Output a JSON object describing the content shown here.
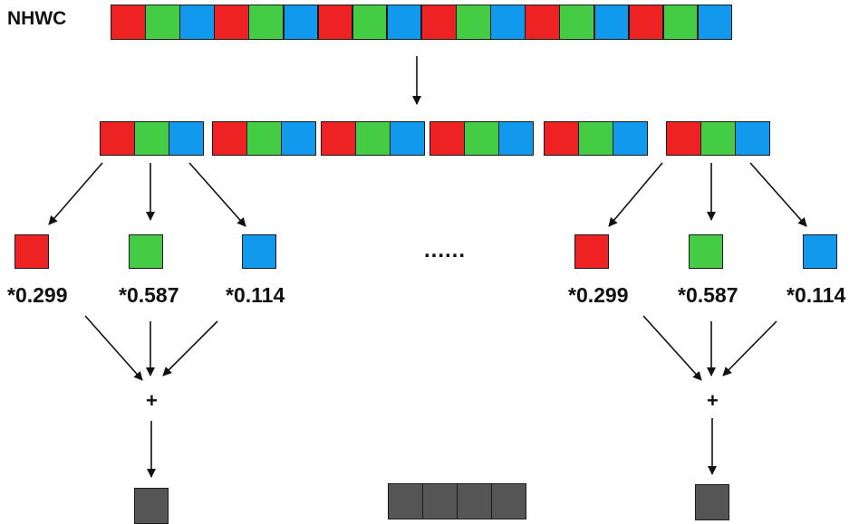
{
  "title": "NHWC",
  "colors": {
    "red": "#ee2222",
    "green": "#44cc44",
    "blue": "#1199ee",
    "gray": "#555555"
  },
  "pixel_pattern": [
    "red",
    "green",
    "blue"
  ],
  "pixels_in_row": 6,
  "weights": {
    "red": "*0.299",
    "green": "*0.587",
    "blue": "*0.114"
  },
  "operator": "+",
  "ellipsis": "......",
  "output_row_count": 4
}
